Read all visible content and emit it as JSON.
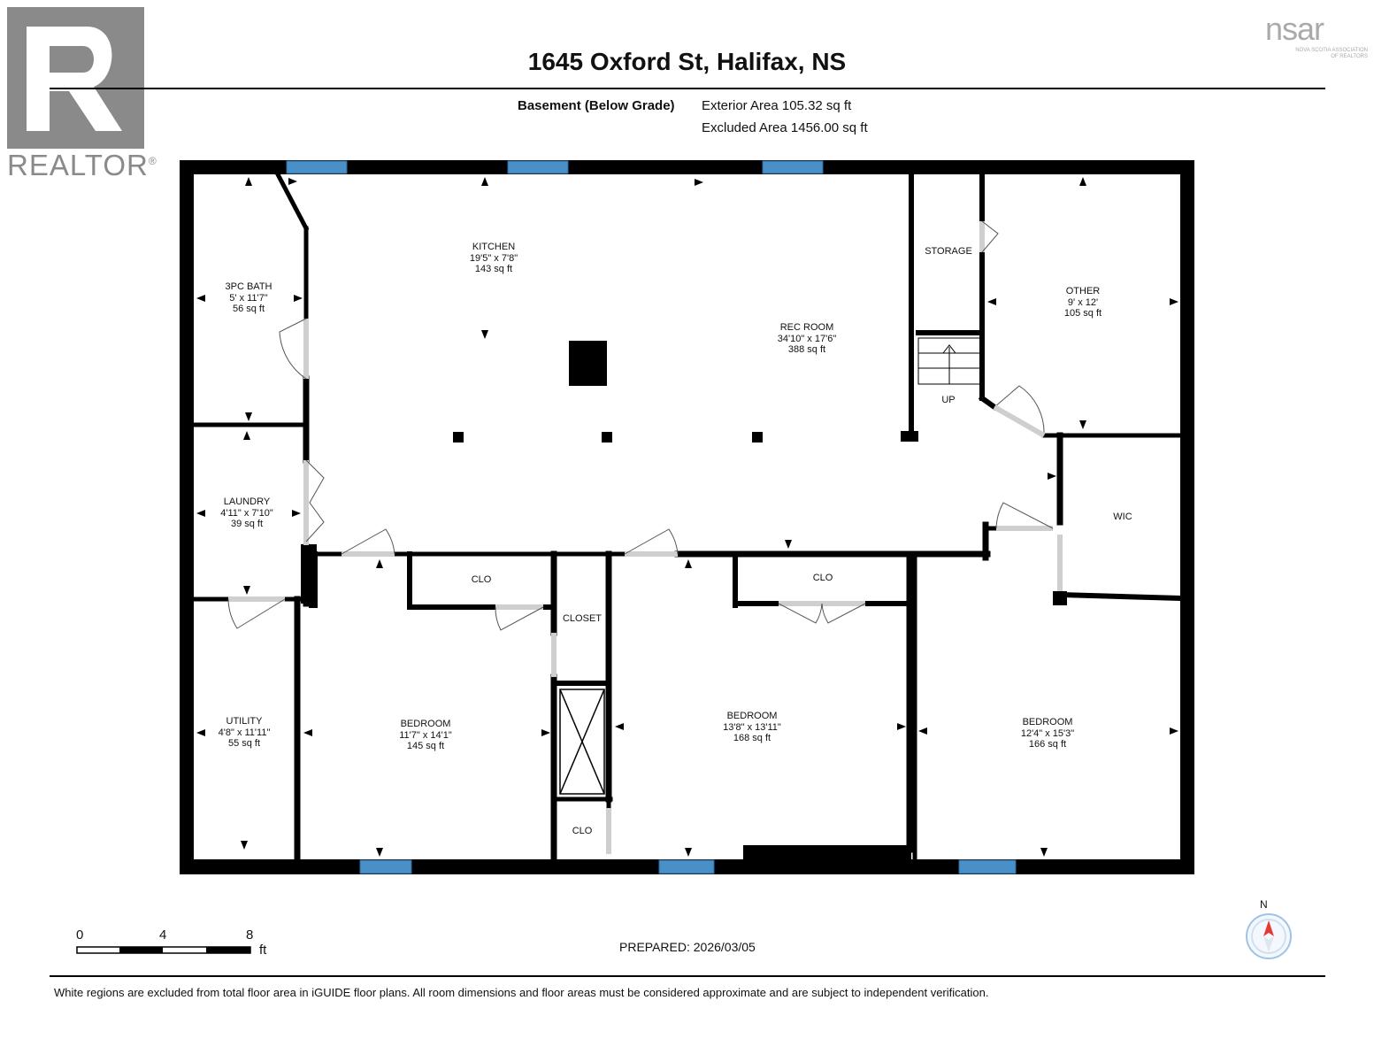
{
  "title": "1645 Oxford St, Halifax, NS",
  "level": {
    "name": "Basement (Below Grade)",
    "exterior_area": "Exterior Area 105.32 sq ft",
    "excluded_area": "Excluded Area 1456.00 sq ft"
  },
  "logos": {
    "realtor": "REALTOR",
    "realtor_mark": "®",
    "nsar": "nsar",
    "nsar_sub_1": "NOVA SCOTIA ASSOCIATION",
    "nsar_sub_2": "OF REALTORS"
  },
  "rooms": {
    "kitchen": {
      "name": "KITCHEN",
      "dims": "19'5\" x 7'8\"",
      "area": "143 sq ft"
    },
    "bath": {
      "name": "3PC BATH",
      "dims": "5' x 11'7\"",
      "area": "56 sq ft"
    },
    "rec": {
      "name": "REC ROOM",
      "dims": "34'10\" x 17'6\"",
      "area": "388 sq ft"
    },
    "storage": {
      "name": "STORAGE"
    },
    "other": {
      "name": "OTHER",
      "dims": "9' x 12'",
      "area": "105 sq ft"
    },
    "up": {
      "name": "UP"
    },
    "laundry": {
      "name": "LAUNDRY",
      "dims": "4'11\" x 7'10\"",
      "area": "39 sq ft"
    },
    "wic": {
      "name": "WIC"
    },
    "clo1": {
      "name": "CLO"
    },
    "clo2": {
      "name": "CLO"
    },
    "clo3": {
      "name": "CLO"
    },
    "closet": {
      "name": "CLOSET"
    },
    "utility": {
      "name": "UTILITY",
      "dims": "4'8\" x 11'11\"",
      "area": "55 sq ft"
    },
    "bed1": {
      "name": "BEDROOM",
      "dims": "11'7\" x 14'1\"",
      "area": "145 sq ft"
    },
    "bed2": {
      "name": "BEDROOM",
      "dims": "13'8\" x 13'11\"",
      "area": "168 sq ft"
    },
    "bed3": {
      "name": "BEDROOM",
      "dims": "12'4\" x 15'3\"",
      "area": "166 sq ft"
    }
  },
  "scale": {
    "t0": "0",
    "t1": "4",
    "t2": "8",
    "unit": "ft"
  },
  "compass": {
    "label": "N"
  },
  "prepared": "PREPARED: 2026/03/05",
  "footer": "White regions are excluded from total floor area in iGUIDE floor plans. All room dimensions and floor areas must be considered approximate and are subject to independent verification.",
  "colors": {
    "wall": "#000000",
    "window": "#4a90c8",
    "door": "#cfcfcf",
    "compass": "#e53935"
  }
}
